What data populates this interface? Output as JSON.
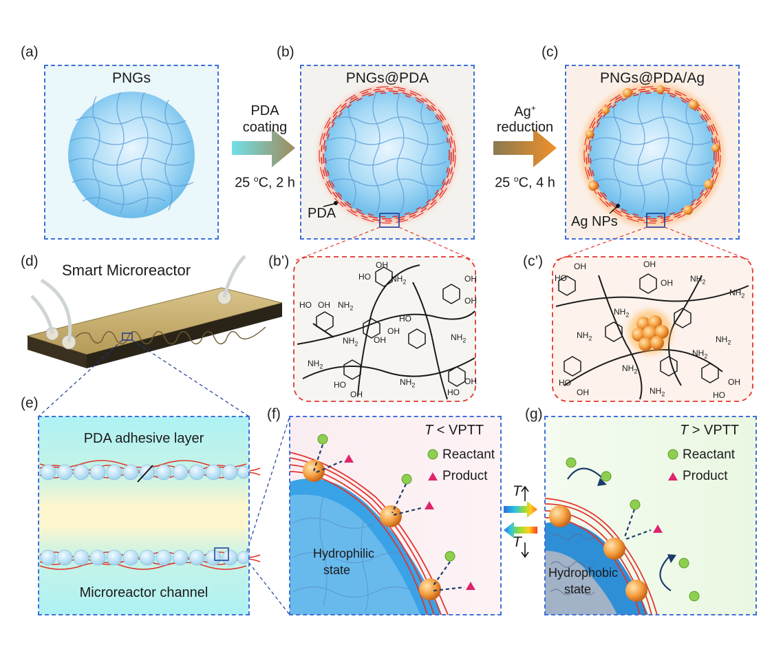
{
  "panel_labels": [
    "(a)",
    "(b)",
    "(c)",
    "(d)",
    "(e)",
    "(f)",
    "(g)",
    "(b’)",
    "(c’)"
  ],
  "panel_a": {
    "title": "PNGs"
  },
  "panel_b": {
    "title": "PNGs@PDA",
    "callout": "PDA"
  },
  "panel_c": {
    "title": "PNGs@PDA/Ag",
    "callout": "Ag NPs"
  },
  "arrow_1": {
    "line1": "PDA",
    "line2": "coating",
    "condition_temp": "25 ",
    "condition_sup": "o",
    "condition_rest": "C, 2 h"
  },
  "arrow_2": {
    "line1": "Ag",
    "line1_sup": "+",
    "line2": "reduction",
    "condition_temp": "25 ",
    "condition_sup": "o",
    "condition_rest": "C, 4 h"
  },
  "panel_d": {
    "title": "Smart Microreactor"
  },
  "panel_e": {
    "top_label": "PDA adhesive layer",
    "bottom_label": "Microreactor channel"
  },
  "panel_f": {
    "condition_T": "T",
    "condition_rest": " < VPTT",
    "legend_reactant": "Reactant",
    "legend_product": "Product",
    "state_line1": "Hydrophilic",
    "state_line2": "state"
  },
  "panel_g": {
    "condition_T": "T",
    "condition_rest": " > VPTT",
    "legend_reactant": "Reactant",
    "legend_product": "Product",
    "state_line1": "Hydrophobic",
    "state_line2": "state"
  },
  "switch": {
    "up_T": "T",
    "down_T": "T"
  },
  "chem_labels": {
    "oh": "OH",
    "ho": "HO",
    "nh2": "NH",
    "sub2": "2"
  },
  "colors": {
    "panel_border": "#3d6fd9",
    "zoom_border": "#e0342c",
    "pda_red": "#e0342c",
    "ag_orange": "#f08a2a",
    "gel_blue": "#7cc4ef",
    "reactant_green": "#8fcf4f",
    "product_pink": "#e0246c"
  }
}
